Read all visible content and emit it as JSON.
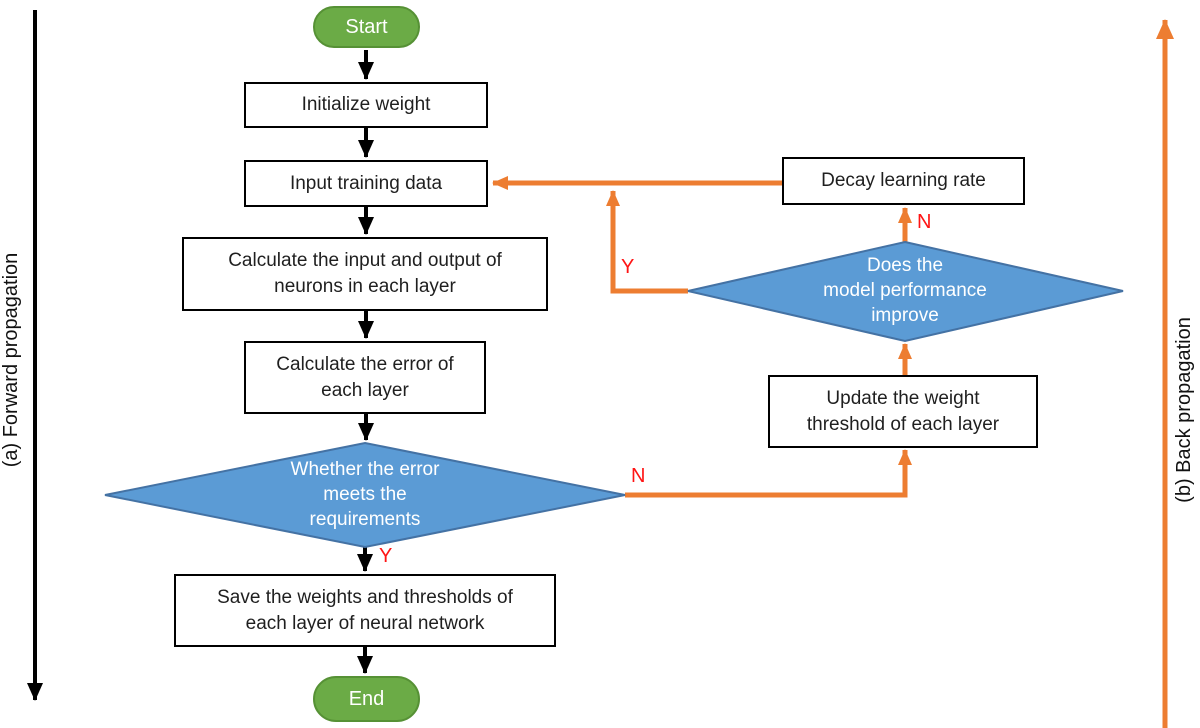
{
  "diagram": {
    "side_labels": {
      "forward": "(a) Forward propagation",
      "back": "(b) Back propagation"
    },
    "terminals": {
      "start": "Start",
      "end": "End"
    },
    "processes": {
      "init": {
        "lines": [
          "Initialize weight"
        ]
      },
      "input": {
        "lines": [
          "Input training data"
        ]
      },
      "calc_io": {
        "lines": [
          "Calculate the input and output of",
          "neurons in each layer"
        ]
      },
      "calc_err": {
        "lines": [
          "Calculate the error of",
          "each layer"
        ]
      },
      "save": {
        "lines": [
          "Save the weights and thresholds of",
          "each layer of neural network"
        ]
      },
      "decay": {
        "lines": [
          "Decay learning rate"
        ]
      },
      "update": {
        "lines": [
          "Update the weight",
          "threshold of each layer"
        ]
      }
    },
    "decisions": {
      "error": {
        "lines": [
          "Whether the error",
          "meets the",
          "requirements"
        ]
      },
      "improve": {
        "lines": [
          "Does the",
          "model performance",
          "improve"
        ]
      }
    },
    "branch_labels": {
      "error_yes": "Y",
      "error_no": "N",
      "improve_yes": "Y",
      "improve_no": "N"
    },
    "colors": {
      "terminal_fill": "#6bab46",
      "terminal_border": "#569135",
      "decision_fill": "#5b9bd5",
      "decision_border": "#4472a4",
      "flow_orange": "#ed7d31",
      "flow_black": "#000000",
      "branch_red": "#ff1414",
      "box_border": "#000000",
      "box_fill": "#ffffff",
      "text_dark": "#1f1f1f",
      "text_white": "#ffffff"
    }
  }
}
